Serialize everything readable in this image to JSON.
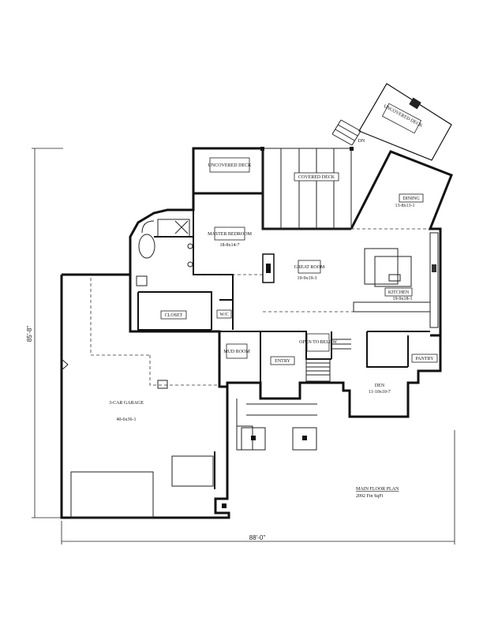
{
  "rooms": {
    "uncovered_deck_top": "UNCOVERED DECK",
    "uncovered_deck_left": "UNCOVERED DECK",
    "covered_deck": "COVERED DECK",
    "dining": "DINING",
    "dining_size": "13-8x13-1",
    "master_bedroom": "MASTER BEDROOM",
    "master_bedroom_size": "18-8x14-7",
    "great_room": "GREAT ROOM",
    "great_room_size": "19-9x19-3",
    "kitchen": "KITCHEN",
    "kitchen_size": "19-9x18-1",
    "closet": "CLOSET",
    "wic": "W/C",
    "mud_room": "MUD ROOM",
    "open_to_below": "OPEN TO BELOW",
    "entry": "ENTRY",
    "pantry": "PANTRY",
    "den": "DEN",
    "den_size": "11-10x10-7",
    "garage": "3-CAR GARAGE",
    "garage_size": "40-6x36-1",
    "dn_label": "DN"
  },
  "dimensions": {
    "depth": "85'-8\"",
    "width": "88'-0\""
  },
  "plan_title": "MAIN FLOOR PLAN",
  "plan_area": "2092 Fin SqFt"
}
